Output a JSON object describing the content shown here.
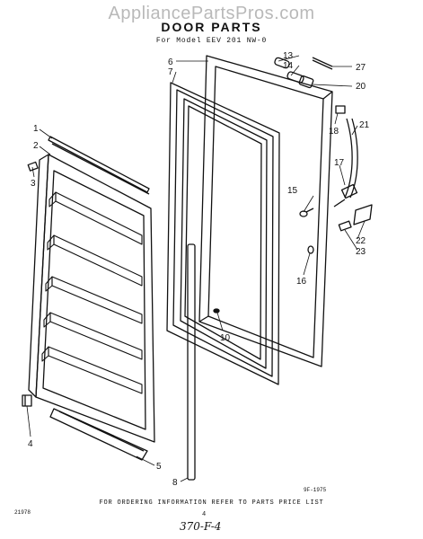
{
  "watermark": "AppliancePartsPros.com",
  "title": "DOOR PARTS",
  "subtitle": "For Model EEV 201 NW-0",
  "callouts": {
    "c1": "1",
    "c2": "2",
    "c3": "3",
    "c4": "4",
    "c5": "5",
    "c6": "6",
    "c7": "7",
    "c8": "8",
    "c10": "10",
    "c13": "13",
    "c14": "14",
    "c15": "15",
    "c16": "16",
    "c17": "17",
    "c18": "18",
    "c20": "20",
    "c21": "21",
    "c22": "22",
    "c23": "23",
    "c27": "27"
  },
  "diagram_code_right": "9F-1975",
  "diagram_code_left": "21978",
  "footer_note": "FOR ORDERING INFORMATION REFER TO PARTS PRICE LIST",
  "page_number": "4",
  "handwritten_note": "370-F-4"
}
